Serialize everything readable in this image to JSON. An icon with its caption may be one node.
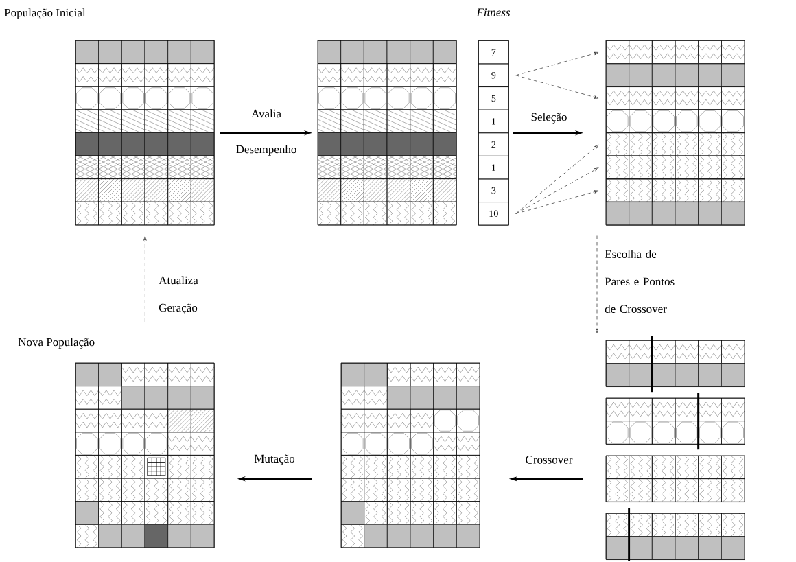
{
  "diagram": {
    "nodes": [
      {
        "text": [
          "População Inicial"
        ]
      },
      {
        "text": [],
        "shape": "box"
      },
      {
        "text": [
          "Fitness"
        ]
      },
      {
        "text": [
          "7"
        ],
        "in": 2
      },
      {
        "text": [
          "9"
        ],
        "in": 2
      },
      {
        "text": [
          "5"
        ],
        "in": 2
      },
      {
        "text": [
          "1"
        ],
        "in": 2
      },
      {
        "text": [
          "2"
        ],
        "in": 2
      },
      {
        "text": [
          "1"
        ],
        "in": 2
      },
      {
        "text": [
          "3"
        ],
        "in": 2
      },
      {
        "text": [
          "10"
        ],
        "in": 2
      },
      {
        "text": [],
        "shape": "box"
      },
      {
        "text": [],
        "shape": "bar",
        "in": 11
      },
      {
        "text": [],
        "shape": "bar",
        "in": 11
      },
      {
        "text": [],
        "shape": "bar",
        "in": 11
      },
      {
        "text": [],
        "shape": "bar",
        "in": 11
      },
      {
        "text": [],
        "shape": "bar",
        "in": 11
      },
      {
        "text": [],
        "shape": "bar",
        "in": 11
      },
      {
        "text": [],
        "shape": "bar",
        "in": 11
      },
      {
        "text": [],
        "shape": "bar",
        "in": 11
      },
      {
        "text": [],
        "shape": "box"
      },
      {
        "text": [],
        "shape": "box"
      },
      {
        "text": [],
        "shape": "box"
      },
      {
        "text": [],
        "shape": "box"
      },
      {
        "text": [],
        "shape": "box"
      },
      {
        "text": [
          "Nova População"
        ]
      }
    ],
    "edges": [
      {
        "from": 0,
        "to": 1,
        "arrow": "to",
        "label": "Avalia Desempenho",
        "style": "thick"
      },
      {
        "from": 2,
        "to": 11,
        "arrow": "to",
        "label": "Seleção",
        "style": "thick"
      },
      {
        "from": 4,
        "to": 12,
        "arrow": "to",
        "style": "dashed"
      },
      {
        "from": 4,
        "to": 14,
        "arrow": "to",
        "style": "dashed"
      },
      {
        "from": 10,
        "to": 16,
        "arrow": "to",
        "style": "dashed"
      },
      {
        "from": 10,
        "to": 17,
        "arrow": "to",
        "style": "dashed"
      },
      {
        "from": 10,
        "to": 18,
        "arrow": "to",
        "style": "dashed"
      },
      {
        "from": 11,
        "to": 20,
        "arrow": "to",
        "label": "Escolha de Pares e Pontos de Crossover",
        "style": "dashed"
      },
      {
        "from": 22,
        "to": 24,
        "arrow": "to",
        "label": "Crossover",
        "style": "thick"
      },
      {
        "from": 24,
        "to": 25,
        "arrow": "to",
        "label": "Mutação",
        "style": "thick"
      },
      {
        "from": 25,
        "to": 0,
        "arrow": "to",
        "label": "Atualiza Geração",
        "style": "dashed"
      }
    ]
  }
}
